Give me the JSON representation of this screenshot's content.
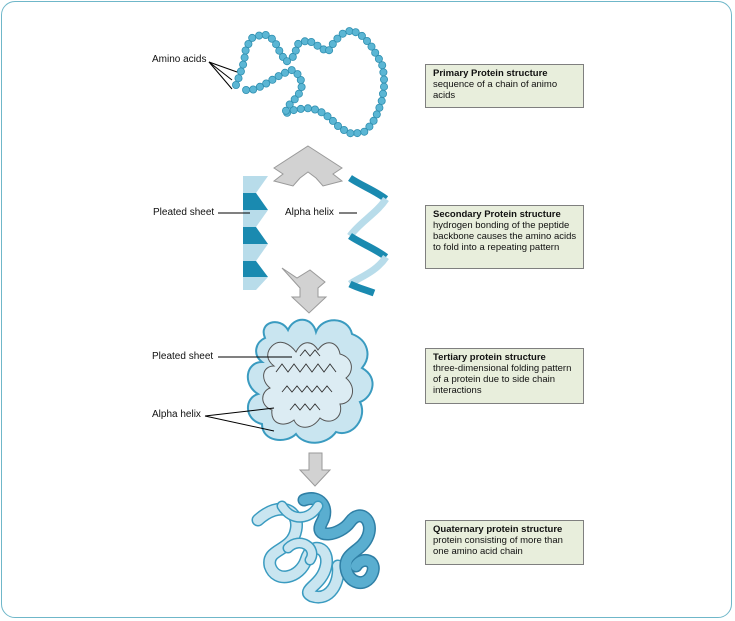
{
  "labels": {
    "amino_acids": "Amino acids",
    "pleated_sheet_secondary": "Pleated sheet",
    "alpha_helix_secondary": "Alpha helix",
    "pleated_sheet_tertiary": "Pleated sheet",
    "alpha_helix_tertiary": "Alpha helix"
  },
  "boxes": {
    "primary": {
      "title": "Primary Protein structure",
      "desc": "sequence of a chain of animo acids"
    },
    "secondary": {
      "title": "Secondary Protein structure",
      "desc": "hydrogen bonding of the peptide backbone causes the amino acids to fold into a repeating pattern"
    },
    "tertiary": {
      "title": "Tertiary protein structure",
      "desc": "three-dimensional folding pattern of a protein due to side chain interactions"
    },
    "quaternary": {
      "title": "Quaternary protein structure",
      "desc": "protein consisting of more than one amino acid chain"
    }
  },
  "colors": {
    "bead": "#5bb6d4",
    "bead_stroke": "#2f8fb0",
    "box_fill": "#e8eedc",
    "helix_dark": "#1a8ab0",
    "helix_light": "#b8dcea",
    "arrow_fill": "#d2d2d2",
    "frame": "#6fb7c9"
  }
}
